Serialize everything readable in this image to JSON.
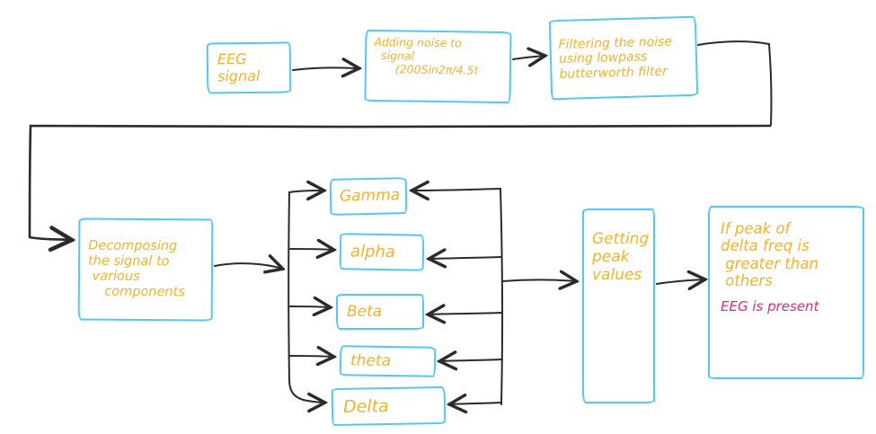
{
  "app": {
    "title": "EEG signal processing flowchart (hand-drawn whiteboard sketch)"
  },
  "colors": {
    "box_border": "#55c8f2",
    "text_primary": "#f0b42c",
    "text_highlight": "#df2a86",
    "arrow": "#2b2b2b",
    "background": "#ffffff"
  },
  "nodes": {
    "eeg": {
      "label": "EEG\nsignal"
    },
    "noise": {
      "label": "Adding noise to\n  signal\n      (200Sin2π/4.5t"
    },
    "filter": {
      "label": "Filtering the noise\nusing lowpass\nbutterworth filter"
    },
    "decompose": {
      "label": "Decomposing\nthe signal to\n various\n    components"
    },
    "gamma": {
      "label": "Gamma"
    },
    "alpha": {
      "label": "alpha"
    },
    "beta": {
      "label": "Beta"
    },
    "theta": {
      "label": "theta"
    },
    "delta": {
      "label": "Delta"
    },
    "peak": {
      "label": "Getting\npeak\nvalues"
    },
    "decision": {
      "condition": "If peak of\ndelta freq is\n greater than\n others",
      "result": "EEG is present"
    }
  }
}
